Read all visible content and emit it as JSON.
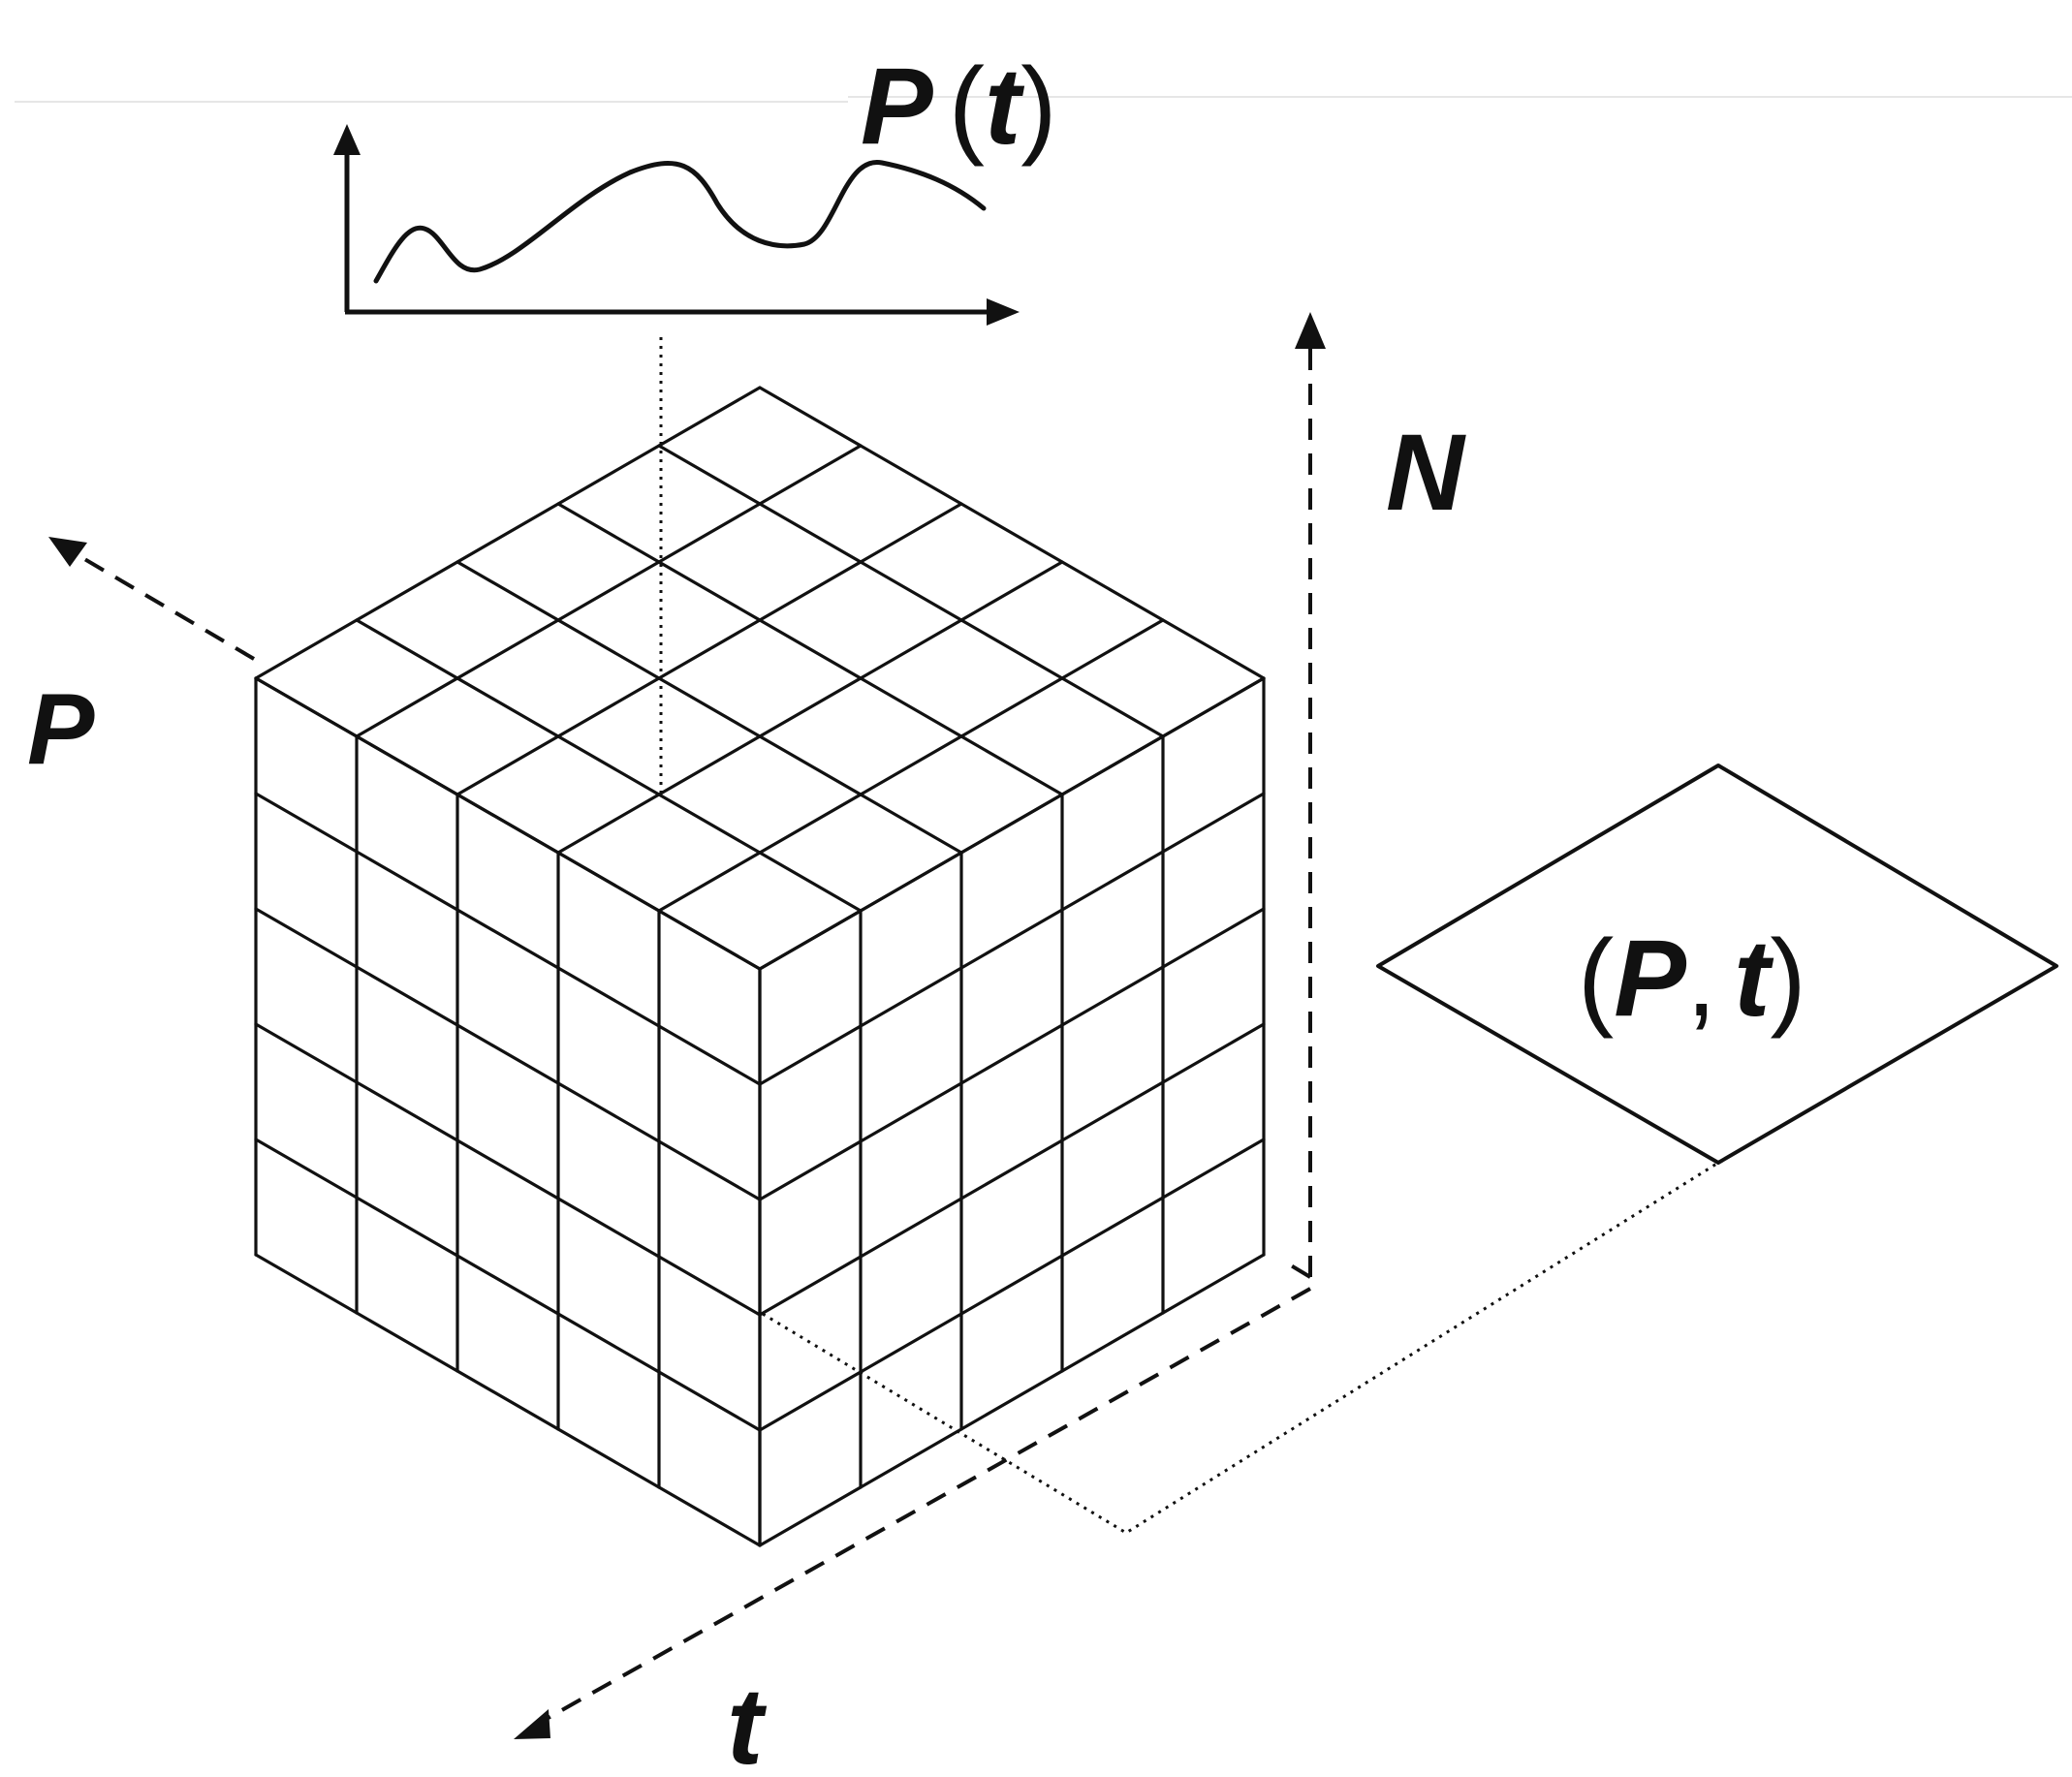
{
  "labels": {
    "p_of_t": {
      "main": "P",
      "open": "(",
      "arg": "t",
      "close": ")"
    },
    "axis_p": "P",
    "axis_n": "N",
    "axis_t": "t",
    "pair": {
      "open": "(",
      "p": "P",
      "comma": ",",
      "t": "t",
      "close": ")"
    }
  },
  "cube": {
    "divisions": 5
  }
}
